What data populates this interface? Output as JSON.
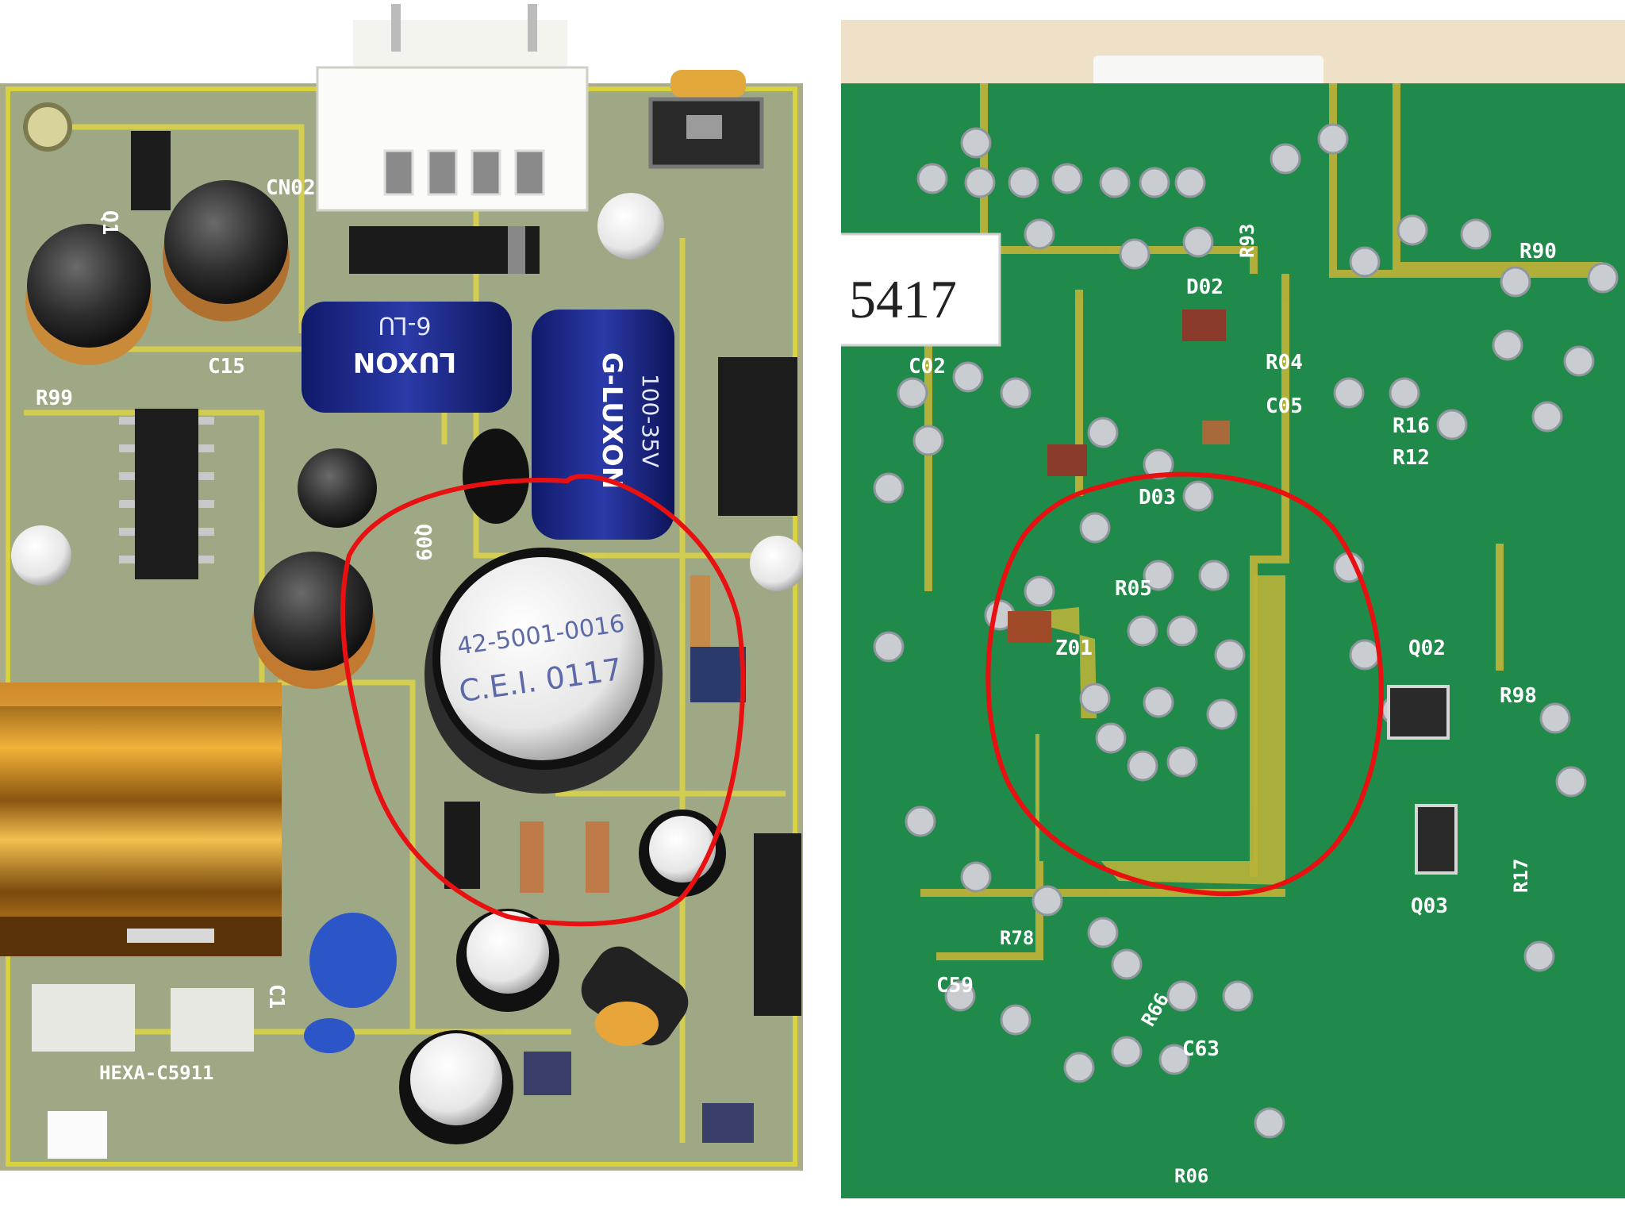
{
  "left_photo": {
    "capacitor_top_brand": "LUXON",
    "capacitor_top_rating": "6-LU",
    "capacitor_right_brand": "G-LUXON",
    "capacitor_right_rating": "100-35V",
    "sticker_line1": "42-5001-0016",
    "sticker_line2": "C.E.I. 0117",
    "silk_labels": [
      "Q1",
      "CN02",
      "C15",
      "R99",
      "Q09",
      "HEXA-C5911",
      "C1"
    ]
  },
  "right_photo": {
    "board_label": "5417",
    "silk_labels": [
      "D02",
      "R04",
      "C05",
      "R16",
      "R12",
      "D03",
      "R05",
      "Z01",
      "C02",
      "Q02",
      "R98",
      "Q03",
      "R17",
      "R78",
      "C59",
      "R66",
      "C63",
      "R06",
      "R93",
      "R90"
    ]
  },
  "colors": {
    "circle_marker": "#e81010",
    "pcb_green": "#1f8a4a",
    "pcb_yellow_green": "#b9b23a",
    "solder": "#c9cdd1"
  }
}
